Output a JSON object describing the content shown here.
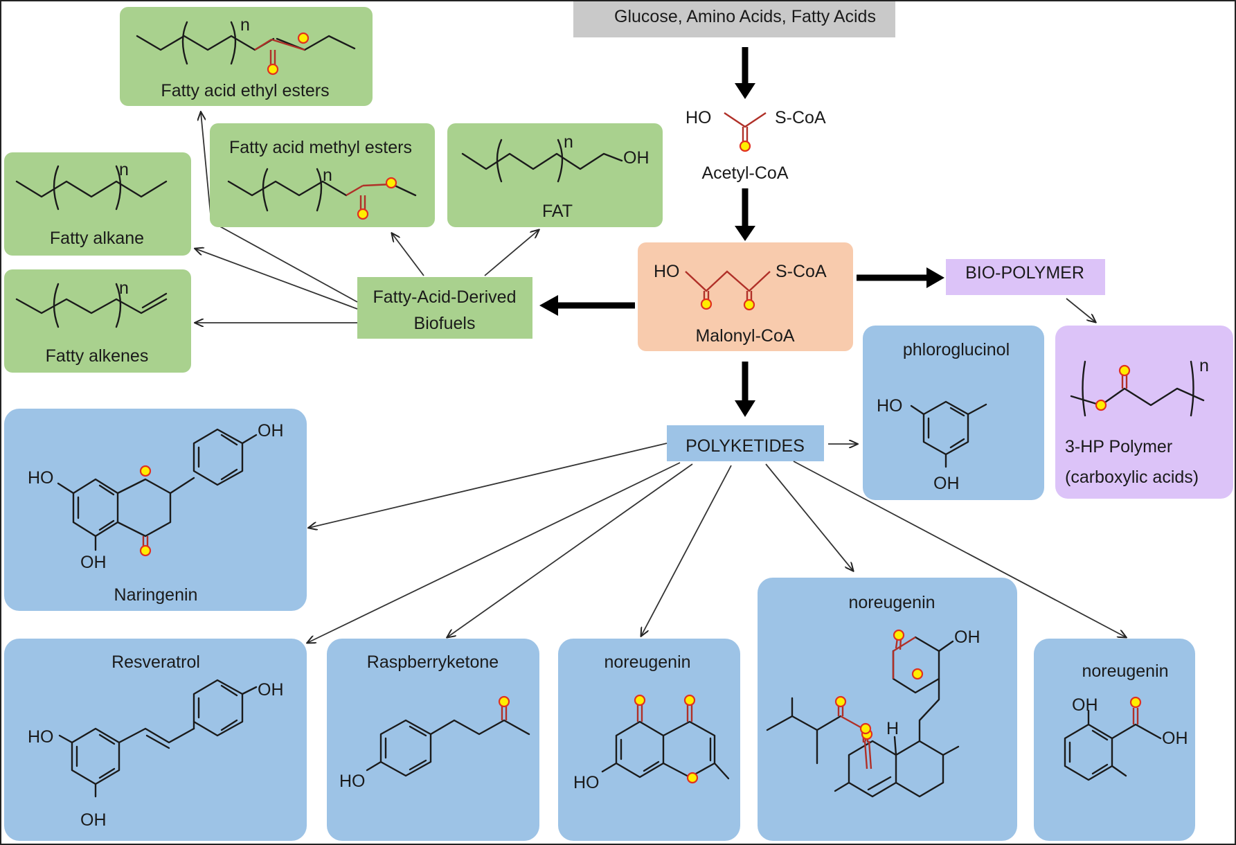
{
  "source": {
    "label": "Glucose, Amino Acids, Fatty Acids"
  },
  "acetyl_coa": {
    "left_group": "HO",
    "right_group": "S-CoA",
    "label": "Acetyl-CoA"
  },
  "malonyl_coa": {
    "left_group": "HO",
    "right_group": "S-CoA",
    "label": "Malonyl-CoA"
  },
  "biofuels_hub": {
    "line1": "Fatty-Acid-Derived",
    "line2": "Biofuels"
  },
  "biopolymer": {
    "label": "BIO-POLYMER"
  },
  "polyketides": {
    "label": "POLYKETIDES"
  },
  "biofuels": {
    "ethyl_esters": {
      "label": "Fatty acid ethyl esters",
      "repeat": "n"
    },
    "methyl_esters": {
      "label": "Fatty acid methyl esters",
      "repeat": "n"
    },
    "fat": {
      "label": "FAT",
      "repeat": "n",
      "end_group": "OH"
    },
    "alkane": {
      "label": "Fatty alkane",
      "repeat": "n"
    },
    "alkenes": {
      "label": "Fatty alkenes",
      "repeat": "n"
    }
  },
  "polymer_product": {
    "line1": "3-HP Polymer",
    "line2": "(carboxylic acids)",
    "repeat": "n"
  },
  "products": {
    "phloroglucinol": {
      "label": "phloroglucinol",
      "oh_top": "HO",
      "oh_bottom": "OH"
    },
    "naringenin": {
      "label": "Naringenin",
      "oh_right": "OH",
      "oh_left": "HO",
      "oh_bottom": "OH"
    },
    "resveratrol": {
      "label": "Resveratrol",
      "oh_right": "OH",
      "oh_left": "HO",
      "oh_bottom": "OH"
    },
    "raspberryketone": {
      "label": "Raspberryketone",
      "oh": "HO"
    },
    "noreugenin_1": {
      "label": "noreugenin",
      "oh": "HO"
    },
    "noreugenin_2": {
      "label": "noreugenin",
      "oh": "OH",
      "h": "H"
    },
    "noreugenin_3": {
      "label": "noreugenin",
      "oh_top": "OH",
      "oh_right": "OH"
    }
  },
  "colors": {
    "green_box": "#a9d18e",
    "blue_box": "#9dc3e6",
    "orange_box": "#f8cbad",
    "purple_box": "#dcc3f8",
    "gray_box": "#c9c9c9",
    "atom_fill": "#ffee00",
    "atom_stroke": "#e03020",
    "red_bond": "#b03028"
  }
}
